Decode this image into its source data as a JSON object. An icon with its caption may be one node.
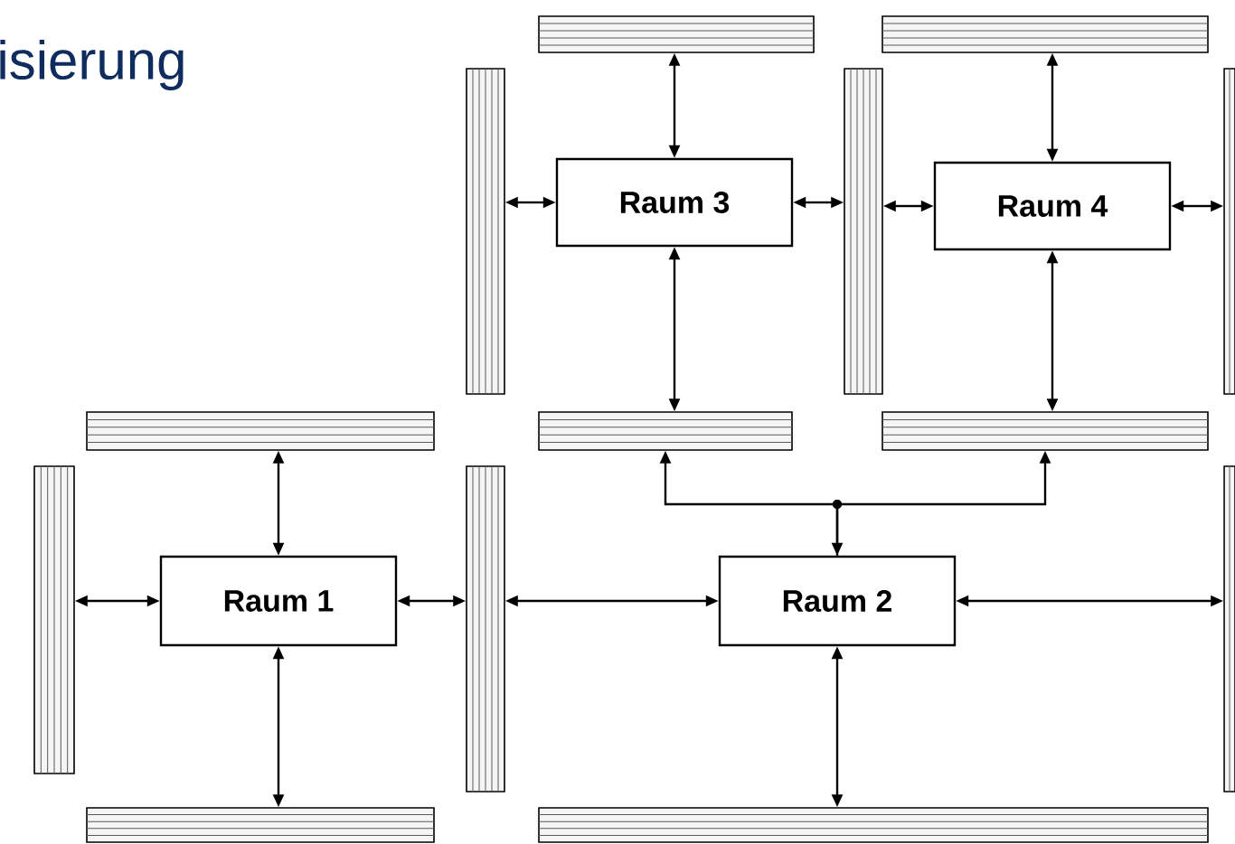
{
  "diagram": {
    "title": "isierung",
    "nodes": [
      {
        "text": [],
        "shape": "bar"
      },
      {
        "text": [],
        "shape": "bar"
      },
      {
        "text": [],
        "shape": "bar"
      },
      {
        "text": [
          "Raum 3"
        ]
      },
      {
        "text": [],
        "shape": "bar"
      },
      {
        "text": [
          "Raum 4"
        ]
      },
      {
        "text": [],
        "shape": "bar"
      },
      {
        "text": [],
        "shape": "bar"
      },
      {
        "text": [],
        "shape": "bar"
      },
      {
        "text": [],
        "shape": "bar"
      },
      {
        "text": [],
        "shape": "bar"
      },
      {
        "text": [
          "Raum 1"
        ]
      },
      {
        "text": [],
        "shape": "bar"
      },
      {
        "text": [
          "Raum 2"
        ]
      },
      {
        "text": [],
        "shape": "bar"
      },
      {
        "text": [],
        "shape": "bar"
      },
      {
        "text": [],
        "shape": "bar"
      }
    ],
    "edges": [
      {
        "from": 3,
        "to": 0,
        "arrow": "both"
      },
      {
        "from": 3,
        "to": 8,
        "arrow": "both"
      },
      {
        "from": 3,
        "to": 2,
        "arrow": "both"
      },
      {
        "from": 3,
        "to": 4,
        "arrow": "both"
      },
      {
        "from": 5,
        "to": 4,
        "arrow": "both"
      },
      {
        "from": 5,
        "to": 6,
        "arrow": "both"
      },
      {
        "from": 5,
        "to": 1,
        "arrow": "both"
      },
      {
        "from": 5,
        "to": 9,
        "arrow": "both"
      },
      {
        "from": 11,
        "to": 7,
        "arrow": "both"
      },
      {
        "from": 11,
        "to": 15,
        "arrow": "both"
      },
      {
        "from": 11,
        "to": 10,
        "arrow": "both"
      },
      {
        "from": 11,
        "to": 12,
        "arrow": "both"
      },
      {
        "from": 13,
        "to": 12,
        "arrow": "both"
      },
      {
        "from": 13,
        "to": 14,
        "arrow": "both"
      },
      {
        "from": 13,
        "to": 16,
        "arrow": "both"
      },
      {
        "from": 13,
        "to": 8,
        "arrow": "both"
      },
      {
        "from": 13,
        "to": 9,
        "arrow": "to"
      }
    ]
  }
}
